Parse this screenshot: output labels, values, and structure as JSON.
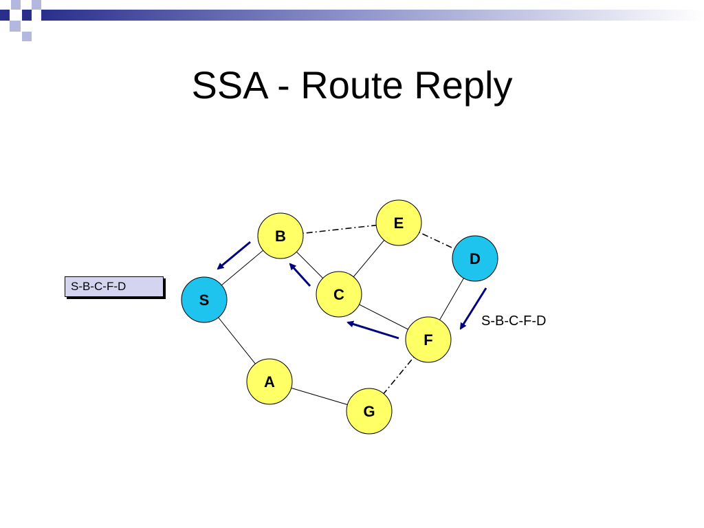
{
  "slide": {
    "title": "SSA - Route Reply",
    "colors": {
      "deco_navy": "#2a2f8c",
      "deco_light": "#b4b8e0",
      "intermediate_node": "#ffff66",
      "endpoint_node": "#1ec3ee",
      "arrow": "#000080",
      "route_box": "#d4d4f0"
    }
  },
  "diagram": {
    "nodes": [
      {
        "id": "S",
        "label": "S",
        "role": "source"
      },
      {
        "id": "B",
        "label": "B",
        "role": "intermediate"
      },
      {
        "id": "C",
        "label": "C",
        "role": "intermediate"
      },
      {
        "id": "E",
        "label": "E",
        "role": "intermediate"
      },
      {
        "id": "D",
        "label": "D",
        "role": "destination"
      },
      {
        "id": "F",
        "label": "F",
        "role": "intermediate"
      },
      {
        "id": "A",
        "label": "A",
        "role": "intermediate"
      },
      {
        "id": "G",
        "label": "G",
        "role": "intermediate"
      }
    ],
    "links": [
      {
        "from": "S",
        "to": "B",
        "style": "solid"
      },
      {
        "from": "S",
        "to": "A",
        "style": "solid"
      },
      {
        "from": "B",
        "to": "C",
        "style": "solid"
      },
      {
        "from": "B",
        "to": "E",
        "style": "dash-dot"
      },
      {
        "from": "C",
        "to": "E",
        "style": "solid"
      },
      {
        "from": "C",
        "to": "F",
        "style": "solid"
      },
      {
        "from": "E",
        "to": "D",
        "style": "dash-dot"
      },
      {
        "from": "D",
        "to": "F",
        "style": "solid"
      },
      {
        "from": "F",
        "to": "G",
        "style": "dash-dot"
      },
      {
        "from": "A",
        "to": "G",
        "style": "solid"
      }
    ],
    "reply_path": [
      "D",
      "F",
      "C",
      "B",
      "S"
    ],
    "route_label_near_d": "S-B-C-F-D",
    "route_box_at_s": "S-B-C-F-D"
  }
}
